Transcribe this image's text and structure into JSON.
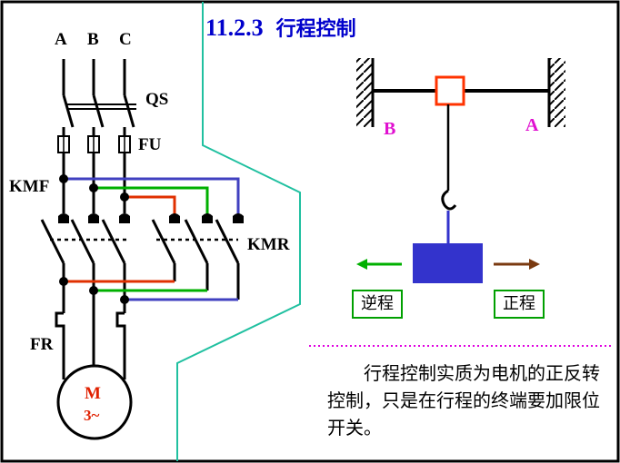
{
  "title": {
    "number": "11.2.3",
    "text": "行程控制"
  },
  "circuit": {
    "phase_labels": [
      "A",
      "B",
      "C"
    ],
    "qs_label": "QS",
    "fu_label": "FU",
    "kmf_label": "KMF",
    "kmr_label": "KMR",
    "fr_label": "FR",
    "motor_label": "M",
    "motor_phase": "3~"
  },
  "mechanism": {
    "left_label": "B",
    "right_label": "A",
    "reverse_label": "逆程",
    "forward_label": "正程"
  },
  "description": "行程控制实质为电机的正反转控制，只是在行程的终端要加限位开关。",
  "colors": {
    "title": "#0000cc",
    "position_label": "#e010d0",
    "box_border": "#00a000",
    "block": "#3333cc",
    "limit_switch": "#ff3300",
    "divider": "#20c0a0",
    "dotted_line": "#e000e0",
    "kmf_wire": "#4040c0",
    "kmr_red": "#e03000",
    "kmr_green": "#00b000",
    "arrow_left": "#00b000",
    "arrow_right": "#7a3a10",
    "motor_text": "#e02000"
  }
}
